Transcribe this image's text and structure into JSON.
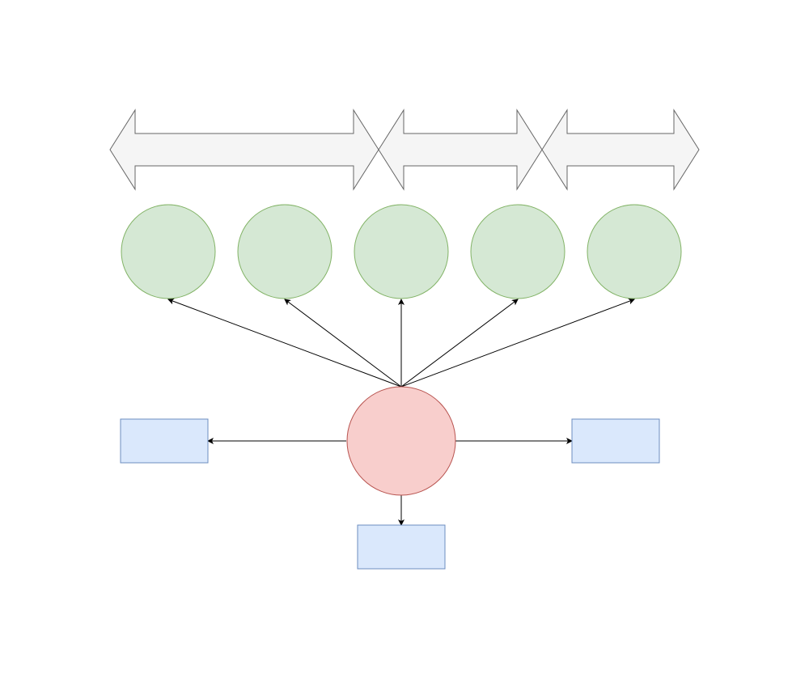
{
  "diagram": {
    "background": "#ffffff",
    "colors": {
      "arrow_fill": "#f5f5f5",
      "arrow_stroke": "#666666",
      "green_fill": "#d5e8d4",
      "green_stroke": "#82b366",
      "red_fill": "#f8cecc",
      "red_stroke": "#b85450",
      "blue_fill": "#dae8fc",
      "blue_stroke": "#6c8ebf",
      "connector": "#000000"
    },
    "timeline_arrows": [
      {
        "id": "timeline-arrow-1",
        "label": ""
      },
      {
        "id": "timeline-arrow-2",
        "label": ""
      },
      {
        "id": "timeline-arrow-3",
        "label": ""
      }
    ],
    "green_circles": [
      {
        "id": "green-circle-1",
        "label": ""
      },
      {
        "id": "green-circle-2",
        "label": ""
      },
      {
        "id": "green-circle-3",
        "label": ""
      },
      {
        "id": "green-circle-4",
        "label": ""
      },
      {
        "id": "green-circle-5",
        "label": ""
      }
    ],
    "center_circle": {
      "id": "center-circle",
      "label": ""
    },
    "blue_boxes": [
      {
        "id": "blue-box-left",
        "label": ""
      },
      {
        "id": "blue-box-right",
        "label": ""
      },
      {
        "id": "blue-box-bottom",
        "label": ""
      }
    ]
  }
}
